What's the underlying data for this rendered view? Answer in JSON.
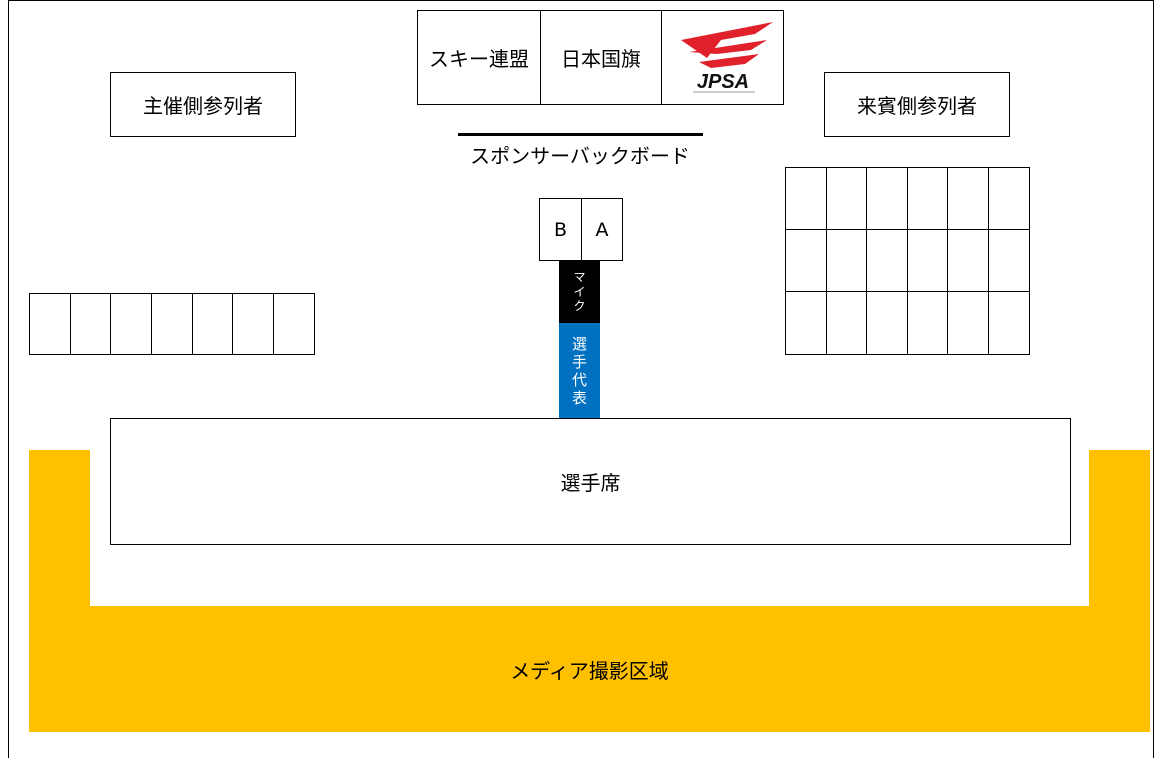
{
  "host_side": {
    "label": "主催側参列者"
  },
  "guest_side": {
    "label": "来賓側参列者"
  },
  "top_row": {
    "ski_federation": "スキー連盟",
    "national_flag": "日本国旗",
    "logo_text": "JPSA"
  },
  "backboard": {
    "label": "スポンサーバックボード"
  },
  "podium": {
    "seat_b": "B",
    "seat_a": "A",
    "mic_chars": [
      "マ",
      "イ",
      "ク"
    ],
    "rep_chars": [
      "選",
      "手",
      "代",
      "表"
    ]
  },
  "athlete_seats": {
    "label": "選手席"
  },
  "media_area": {
    "label": "メディア撮影区域"
  },
  "colors": {
    "media_area": "#FFC000",
    "mic": "#000000",
    "representative": "#0070C0",
    "logo_red": "#E0202A"
  },
  "seating": {
    "host_columns": 7,
    "host_rows": 1,
    "guest_columns": 6,
    "guest_rows": 3
  }
}
